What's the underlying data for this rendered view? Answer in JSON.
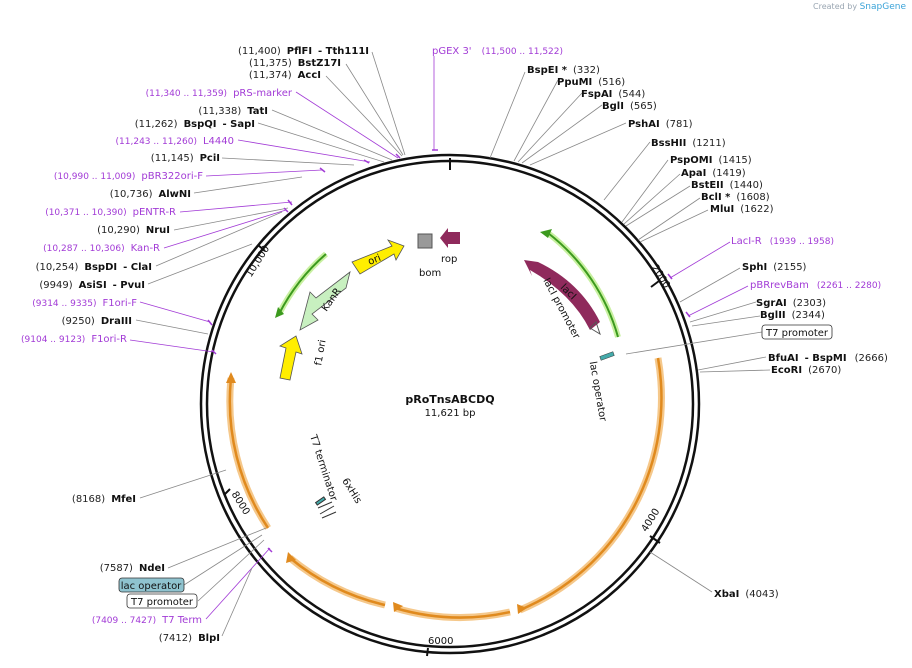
{
  "brand": {
    "created_by": "Created by",
    "name": "SnapGene"
  },
  "plasmid": {
    "name": "pRoTnsABCDQ",
    "size": "11,621 bp"
  },
  "ticks": [
    "2000",
    "4000",
    "6000",
    "8000",
    "10,000"
  ],
  "features": {
    "laci": "lacI",
    "laci_promoter": "lacI promoter",
    "lac_operator": "lac operator",
    "rop": "rop",
    "bom": "bom",
    "ori": "ori",
    "kanr": "KanR",
    "f1ori": "f1 ori",
    "t7_terminator": "T7 terminator",
    "his6": "6xHis"
  },
  "left_labels": [
    {
      "pos": "(11,400)",
      "name": "PflFI",
      "alt": "- Tth111I"
    },
    {
      "pos": "(11,375)",
      "name": "BstZ17I"
    },
    {
      "pos": "(11,374)",
      "name": "AccI"
    },
    {
      "range": "(11,340 .. 11,359)",
      "primer": "pRS-marker"
    },
    {
      "pos": "(11,338)",
      "name": "TatI"
    },
    {
      "pos": "(11,262)",
      "name": "BspQI",
      "alt": "- SapI"
    },
    {
      "range": "(11,243 .. 11,260)",
      "primer": "L4440"
    },
    {
      "pos": "(11,145)",
      "name": "PciI"
    },
    {
      "range": "(10,990 .. 11,009)",
      "primer": "pBR322ori-F"
    },
    {
      "pos": "(10,736)",
      "name": "AlwNI"
    },
    {
      "range": "(10,371 .. 10,390)",
      "primer": "pENTR-R"
    },
    {
      "pos": "(10,290)",
      "name": "NruI"
    },
    {
      "range": "(10,287 .. 10,306)",
      "primer": "Kan-R"
    },
    {
      "pos": "(10,254)",
      "name": "BspDI",
      "alt": "- ClaI"
    },
    {
      "pos": "(9949)",
      "name": "AsiSI",
      "alt": "- PvuI"
    },
    {
      "range": "(9314 .. 9335)",
      "primer": "F1ori-F"
    },
    {
      "pos": "(9250)",
      "name": "DraIII"
    },
    {
      "range": "(9104 .. 9123)",
      "primer": "F1ori-R"
    },
    {
      "pos": "(8168)",
      "name": "MfeI"
    },
    {
      "pos": "(7587)",
      "name": "NdeI"
    },
    {
      "range": "(7409 .. 7427)",
      "primer": "T7 Term"
    },
    {
      "pos": "(7412)",
      "name": "BlpI"
    }
  ],
  "boxed": {
    "lac_operator": "lac operator",
    "t7_promoter": "T7 promoter"
  },
  "top_primer": {
    "primer": "pGEX 3'",
    "range": "(11,500 .. 11,522)"
  },
  "right_labels": [
    {
      "name": "BspEI *",
      "pos": "(332)"
    },
    {
      "name": "PpuMI",
      "pos": "(516)"
    },
    {
      "name": "FspAI",
      "pos": "(544)"
    },
    {
      "name": "BglI",
      "pos": "(565)"
    },
    {
      "name": "PshAI",
      "pos": "(781)"
    },
    {
      "name": "BssHII",
      "pos": "(1211)"
    },
    {
      "name": "PspOMI",
      "pos": "(1415)"
    },
    {
      "name": "ApaI",
      "pos": "(1419)"
    },
    {
      "name": "BstEII",
      "pos": "(1440)"
    },
    {
      "name": "BclI *",
      "pos": "(1608)"
    },
    {
      "name": "MluI",
      "pos": "(1622)"
    },
    {
      "primer": "LacI-R",
      "range": "(1939 .. 1958)"
    },
    {
      "name": "SphI",
      "pos": "(2155)"
    },
    {
      "primer": "pBRrevBam",
      "range": "(2261 .. 2280)"
    },
    {
      "name": "SgrAI",
      "pos": "(2303)"
    },
    {
      "name": "BglII",
      "pos": "(2344)"
    },
    {
      "boxed": "T7 promoter"
    },
    {
      "name": "BfuAI",
      "alt": "- BspMI",
      "pos": "(2666)"
    },
    {
      "name": "EcoRI",
      "pos": "(2670)"
    },
    {
      "name": "XbaI",
      "pos": "(4043)"
    }
  ]
}
